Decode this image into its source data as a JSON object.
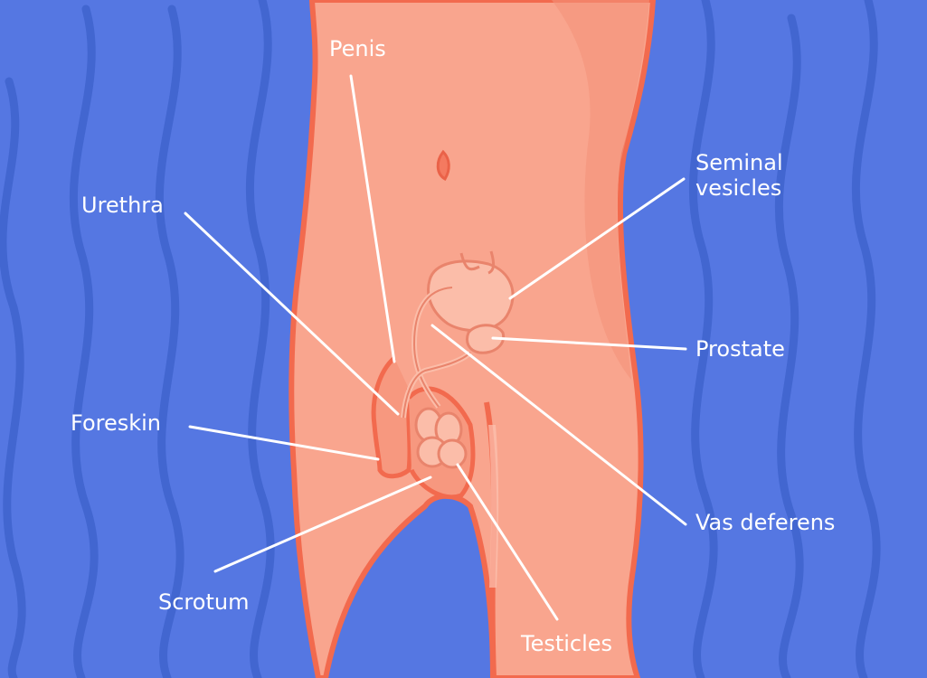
{
  "colors": {
    "background": "#5577e2",
    "wave_lines": "#4266d0",
    "skin": "#f9a58e",
    "skin_outline": "#f26a4e",
    "organ_fill": "#fbbda9",
    "organ_outline": "#e9846c",
    "leader_lines": "#ffffff",
    "label_text": "#ffffff"
  },
  "labels": {
    "penis": "Penis",
    "urethra": "Urethra",
    "foreskin": "Foreskin",
    "scrotum": "Scrotum",
    "seminal_vesicles": "Seminal\nvesicles",
    "prostate": "Prostate",
    "vas_deferens": "Vas deferens",
    "testicles": "Testicles"
  }
}
